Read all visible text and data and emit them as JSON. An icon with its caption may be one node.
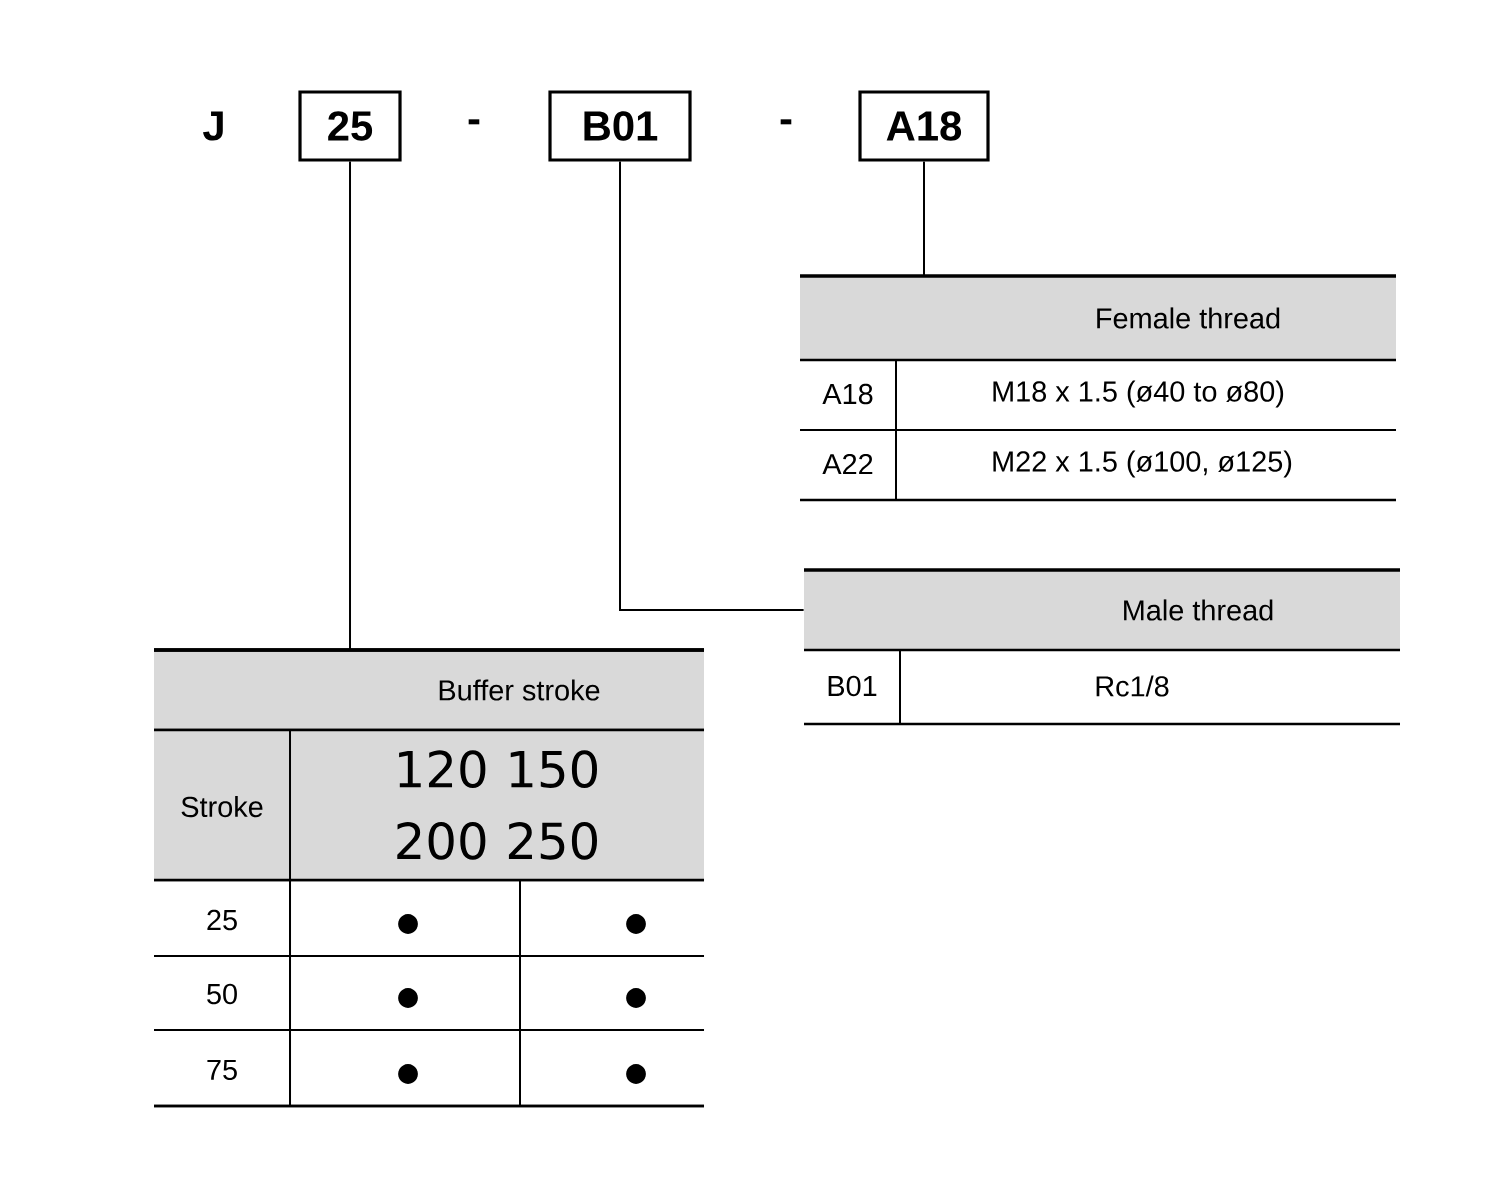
{
  "diagram": {
    "nodes": [
      {
        "text": [
          "25"
        ]
      },
      {
        "text": [
          "B01"
        ]
      },
      {
        "text": [
          "A18"
        ]
      },
      {
        "text": [
          "Female thread"
        ]
      },
      {
        "text": [
          "Male thread"
        ]
      },
      {
        "text": [
          "Buffer stroke"
        ]
      }
    ],
    "edges": [
      {
        "from": 0,
        "to": 5,
        "arrow": "none"
      },
      {
        "from": 1,
        "to": 4,
        "arrow": "none"
      },
      {
        "from": 2,
        "to": 3,
        "arrow": "none"
      }
    ],
    "labels": [
      "J",
      "-",
      "-",
      "A18",
      "M18 x 1.5 (ø40 to ø80)",
      "A22",
      "M22 x 1.5 (ø100, ø125)",
      "B01",
      "Rc1/8",
      "Stroke",
      "120 150 200 250",
      "25",
      "●",
      "●",
      "50",
      "●",
      "●",
      "75",
      "●",
      "●"
    ]
  }
}
